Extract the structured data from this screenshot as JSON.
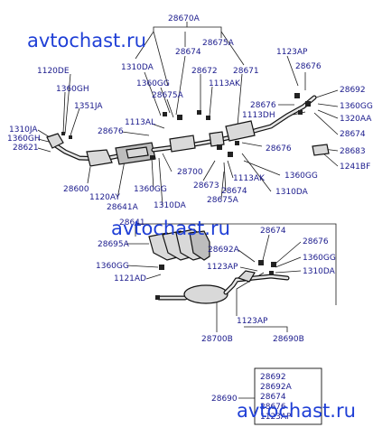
{
  "watermark": "avtochast.ru",
  "labels": {
    "l28670A": "28670A",
    "l28674_top": "28674",
    "l28675A_top": "28675A",
    "l1310DA_top": "1310DA",
    "l28672": "28672",
    "l28671": "28671",
    "l1360GG_a": "1360GG",
    "l28675A_mid": "28675A",
    "l1113AK_top": "1113AK",
    "l1120DE": "1120DE",
    "l1360GH_a": "1360GH",
    "l1351JA": "1351JA",
    "l1113AL": "1113AL",
    "l28676_a": "28676",
    "l1310JA": "1310JA",
    "l1360GH_b": "1360GH",
    "l28621": "28621",
    "l1123AP_tr": "1123AP",
    "l28676_tr": "28676",
    "l28692_tr": "28692",
    "l28676_r2": "28676",
    "l1360GG_r": "1360GG",
    "l1113DH": "1113DH",
    "l1320AA": "1320AA",
    "l28674_r": "28674",
    "l28676_r3": "28676",
    "l28683": "28683",
    "l1241BF": "1241BF",
    "l28600": "28600",
    "l28700": "28700",
    "l28673": "28673",
    "l1113AK_b": "1113AK",
    "l1360GG_b2": "1360GG",
    "l28674_b": "28674",
    "l1310DA_b": "1310DA",
    "l1120AY": "1120AY",
    "l1360GG_c": "1360GG",
    "l28641A": "28641A",
    "l1310DA_c": "1310DA",
    "l28675A_b": "28675A",
    "l28641": "28641",
    "l28695A": "28695A",
    "l1360GG_d": "1360GG",
    "l1121AD": "1121AD",
    "l28674_d": "28674",
    "l28692A": "28692A",
    "l28676_d": "28676",
    "l1360GG_e": "1360GG",
    "l1123AP_d": "1123AP",
    "l1310DA_d": "1310DA",
    "l1123AP_e": "1123AP",
    "l28700B": "28700B",
    "l28690B": "28690B",
    "l28690": "28690"
  },
  "kit": {
    "items": [
      "28692",
      "28692A",
      "28674",
      "28676",
      "1123AP"
    ]
  }
}
